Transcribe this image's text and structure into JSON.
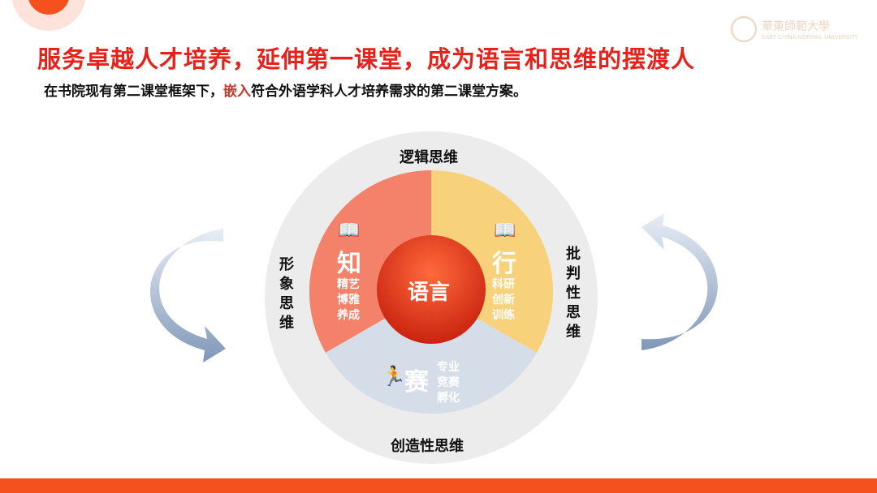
{
  "title": "服务卓越人才培养，延伸第一课堂，成为语言和思维的摆渡人",
  "subtitle": {
    "before": "在书院现有第二课堂框架下，",
    "highlight": "嵌入",
    "after": "符合外语学科人才培养需求的第二课堂方案。"
  },
  "logo": {
    "cn": "華東師範大學",
    "en": "EAST CHINA NORMAL UNIVERSITY"
  },
  "diagram": {
    "center": "语言",
    "outer_labels": {
      "top": "逻辑思维",
      "right": "批判性思维",
      "bottom": "创造性思维",
      "left": "形象思维"
    },
    "segments": [
      {
        "title": "知",
        "sub": "精艺博雅养成",
        "icon": "book-pen-icon",
        "color": "#f4826a"
      },
      {
        "title": "行",
        "sub": "科研创新训练",
        "icon": "book-search-icon",
        "color": "#f7d27a"
      },
      {
        "title": "赛",
        "sub": "专业竞赛孵化",
        "icon": "runner-icon",
        "color": "#d5dde8"
      }
    ]
  },
  "colors": {
    "accent": "#e8221b",
    "bar": "#f4511e"
  }
}
